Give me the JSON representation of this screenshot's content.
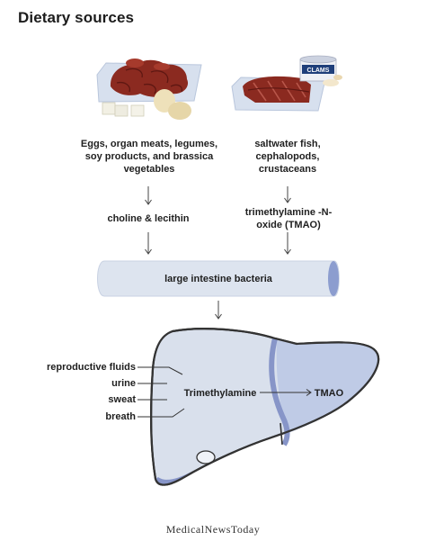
{
  "title": "Dietary sources",
  "sources": {
    "left": "Eggs, organ meats, legumes, soy products, and brassica vegetables",
    "right": "saltwater fish, cephalopods, crustaceans"
  },
  "intermediates": {
    "left": "choline & lecithin",
    "right": "trimethylamine -N-oxide (TMAO)"
  },
  "tube_label": "large intestine bacteria",
  "liver": {
    "left_label": "Trimethylamine",
    "right_label": "TMAO"
  },
  "excretion": [
    "reproductive fluids",
    "urine",
    "sweat",
    "breath"
  ],
  "can_label": "CLAMS",
  "footer": "MedicalNewsToday",
  "colors": {
    "tube_fill": "#dde4ef",
    "tube_end": "#8c9dcf",
    "liver_left": "#d9e0ec",
    "liver_right": "#bfcbe6",
    "vessel": "#8795c8",
    "meat": "#8b2a20",
    "tray": "#d7e0ee",
    "outline": "#333333"
  }
}
